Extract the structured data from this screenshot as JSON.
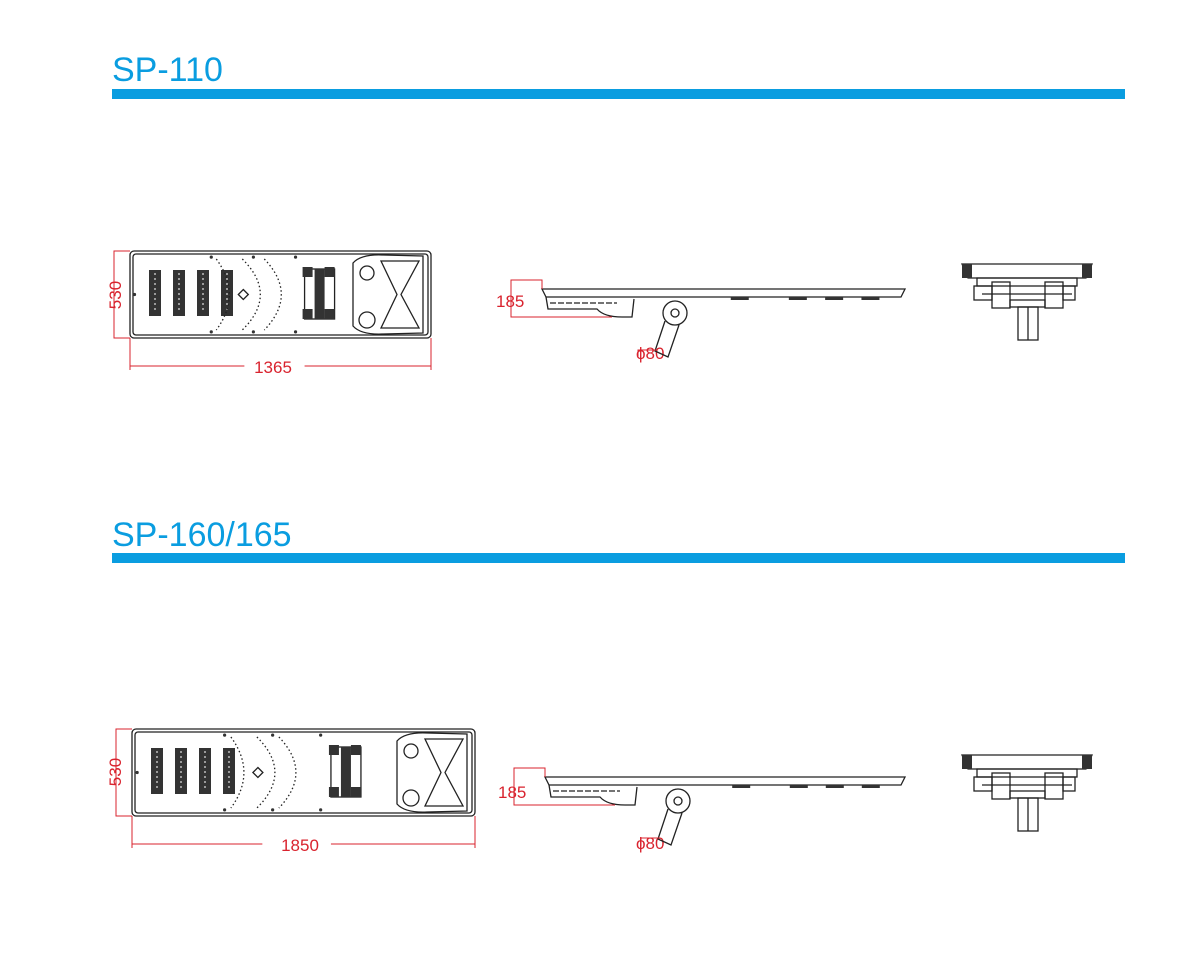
{
  "sections": [
    {
      "title": "SP-110",
      "dimensions": {
        "height": "530",
        "length": "1365",
        "side_height": "185",
        "pole_diameter": "ϕ80"
      }
    },
    {
      "title": "SP-160/165",
      "dimensions": {
        "height": "530",
        "length": "1850",
        "side_height": "185",
        "pole_diameter": "ϕ80"
      }
    }
  ],
  "colors": {
    "accent": "#0a9de0",
    "dimension": "#d9232e"
  }
}
